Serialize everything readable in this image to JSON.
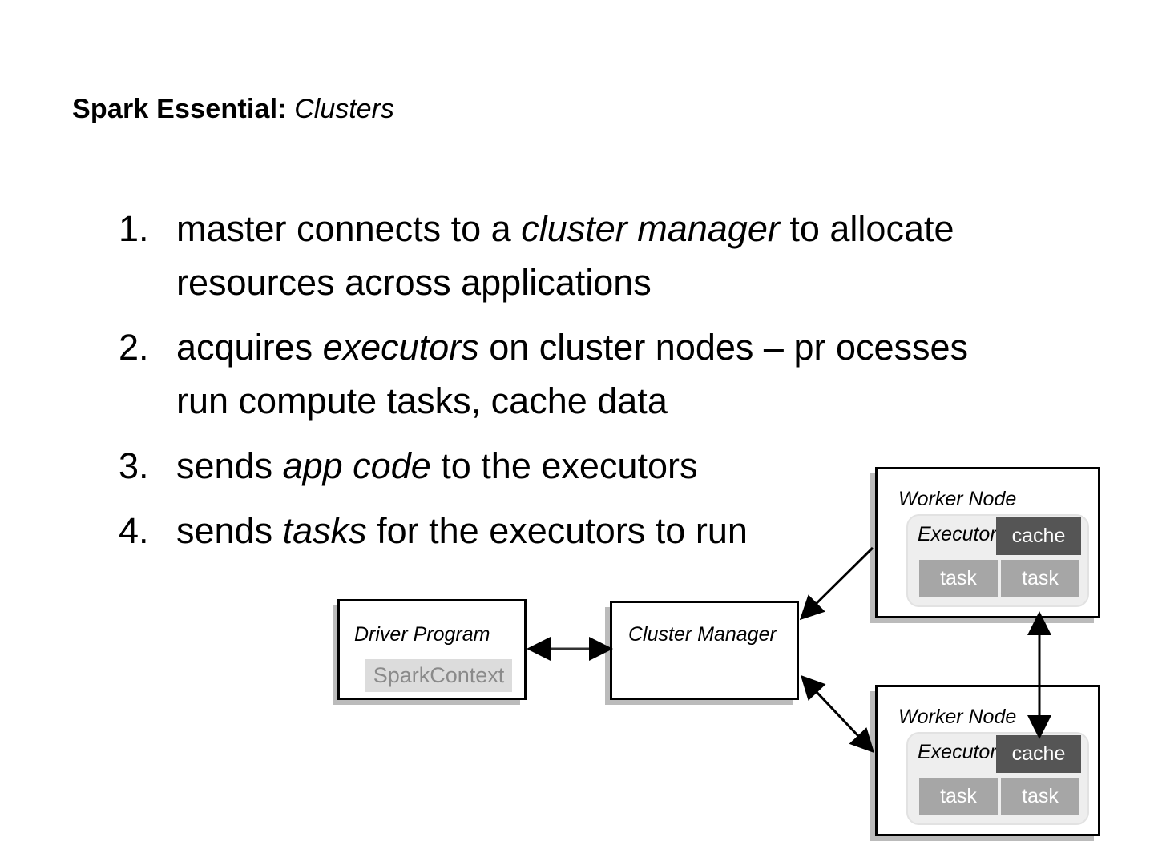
{
  "slide": {
    "title_bold": "Spark Essential:",
    "title_italic": "Clusters"
  },
  "bullets": [
    {
      "number": "1.",
      "pre": "master connects to a ",
      "emphasis": "cluster manager",
      "post": " to allocate resources across applications"
    },
    {
      "number": "2.",
      "pre": "acquires ",
      "emphasis": "executors",
      "post": " on cluster nodes – pr ocesses run compute tasks, cache data"
    },
    {
      "number": "3.",
      "pre": "sends ",
      "emphasis": "app code",
      "post": " to the executors"
    },
    {
      "number": "4.",
      "pre": "sends ",
      "emphasis": "tasks",
      "post": " for the executors to run"
    }
  ],
  "diagram": {
    "driver_program": {
      "title": "Driver Program",
      "spark_context": "SparkContext"
    },
    "cluster_manager": {
      "title": "Cluster Manager"
    },
    "worker_nodes": [
      {
        "title": "Worker Node",
        "executor_label": "Executor",
        "cache_label": "cache",
        "task_left": "task",
        "task_right": "task"
      },
      {
        "title": "Worker Node",
        "executor_label": "Executor",
        "cache_label": "cache",
        "task_left": "task",
        "task_right": "task"
      }
    ],
    "colors": {
      "cache_fill": "#555555",
      "task_fill": "#a6a6a6",
      "executor_fill": "#eeeeee",
      "sparkcontext_fill": "#dcdcdc",
      "sparkcontext_text": "#8a8a8a",
      "box_border": "#000000",
      "shadow": "#969696"
    }
  }
}
